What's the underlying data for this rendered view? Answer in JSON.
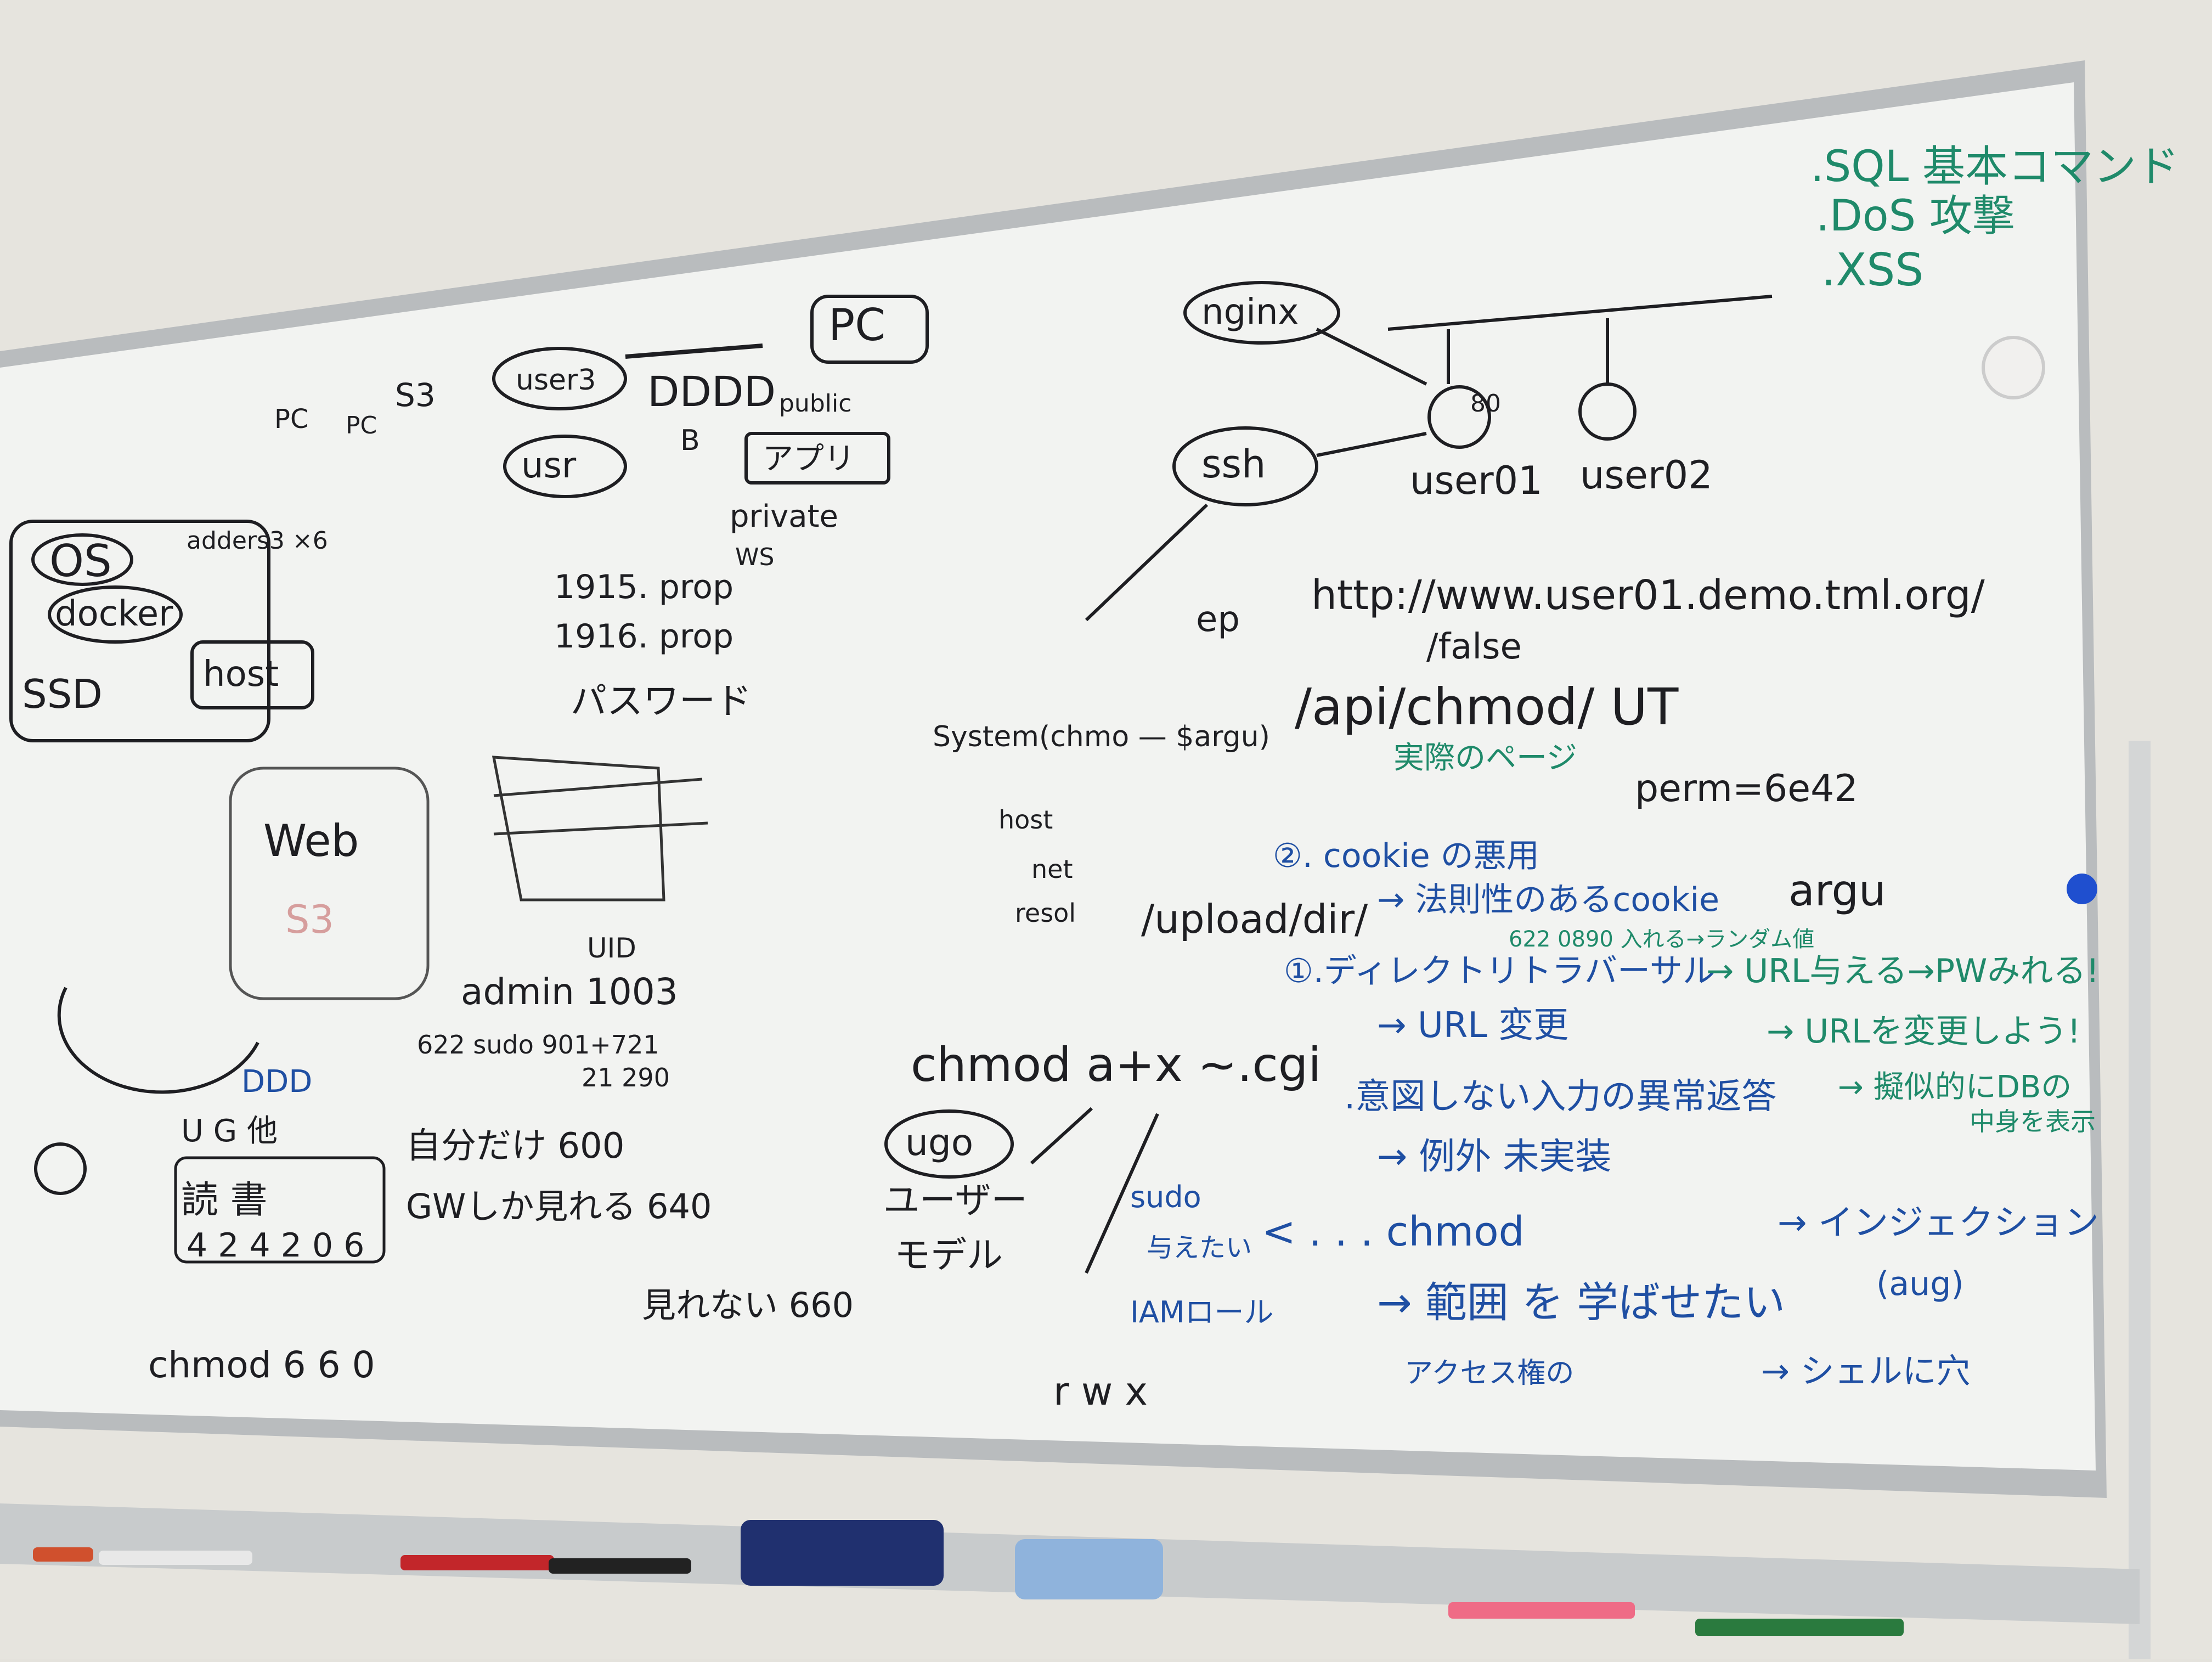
{
  "board": {
    "top_right_list": [
      ".SQL 基本コマンド",
      ".DoS 攻撃",
      ".XSS"
    ],
    "network": {
      "nginx": "nginx",
      "ssh": "ssh",
      "user01": "user01",
      "user02": "user02",
      "port": "80",
      "ep": "ep"
    },
    "url": {
      "line1": "http://www.user01.demo.tml.org/",
      "line2": "/false",
      "line3": "/api/chmod/ UT",
      "caption": "実際のページ",
      "perm": "perm=6e42"
    },
    "argu": "argu",
    "system_call": "System(chmo — $argu)",
    "left_cluster": {
      "os": "OS",
      "docker": "docker",
      "ssd": "SSD",
      "addr": "adders3 ×6",
      "pc1": "PC",
      "pc2": "PC",
      "s3": "S3",
      "host": "host",
      "s3_label": "S3",
      "web": "Web"
    },
    "middle_cluster": {
      "pc": "PC",
      "user3": "user3",
      "usr": "usr",
      "ddd": "DDDD",
      "b": "B",
      "public": "public",
      "app": "アプリ",
      "private": "private",
      "ws": "WS",
      "line1": "1915. prop",
      "line2": "1916. prop",
      "line3": "パスワード"
    },
    "host_list": [
      "host",
      "net",
      "resol"
    ],
    "upload": "/upload/dir/",
    "perms": {
      "uid": "UID",
      "admin": "admin 1003",
      "row1": "622 sudo 901+721",
      "row2": "21 290",
      "ddd": "DDD",
      "ugo": "U G 他",
      "rw": "読 書",
      "digits": "4 2 4 2 0 6",
      "item1": "自分だけ 600",
      "item2": "GWしか見れる  640",
      "item3": "見れない 660",
      "chmod": "chmod 6 6 0"
    },
    "chmod_block": {
      "cmd": "chmod a+x ~.cgi",
      "ugo": "ugo",
      "user": "ユーザー",
      "model": "モデル",
      "sudo": "sudo",
      "extra": "与えたい",
      "iam": "IAMロール",
      "chmod": "< . . . chmod",
      "rwx": "r w x",
      "range": "→ 範囲 を 学ばせたい",
      "access": "アクセス権の"
    },
    "vulns": {
      "cookie": "②. cookie の悪用",
      "cookie_sub": "→ 法則性のあるcookie",
      "cookie_note": "622 0890 入れる→ランダム値",
      "dir": "①.ディレクトリトラバーサル",
      "dir_sub": "→ URL 変更",
      "input": ".意図しない入力の異常返答",
      "input_sub": "→ 例外 未実装",
      "url_pw": "→ URL与える→PWみれる!",
      "url_change": "→ URLを変更しよう!",
      "db": "→ 擬似的にDBの",
      "db2": "中身を表示",
      "injection": "→ インジェクション",
      "aug": "(aug)",
      "shell": "→ シェルに穴"
    }
  },
  "colors": {
    "wall": "#e4e2dc",
    "board": "#f2f3f1",
    "frame": "#b9bcbe",
    "ink_black": "#1e1e22",
    "ink_blue": "#1f4fa3",
    "ink_green": "#1f8a6a"
  }
}
